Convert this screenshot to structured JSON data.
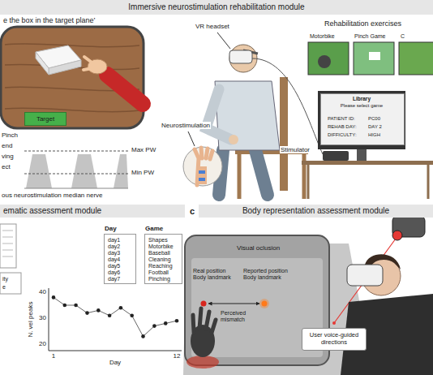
{
  "diagram": {
    "nodes": [
      {
        "text": [
          "Immersive neurostimulation rehabilitation module"
        ]
      },
      {
        "text": [
          "Target"
        ]
      },
      {
        "text": [
          "Library",
          "Please select game",
          "PATIENT ID:",
          "PC00",
          "REHAB DAY:",
          "DAY 2",
          "DIFFICULTY:",
          "HIGH"
        ]
      },
      {
        "text": [
          "ematic assessment module"
        ]
      },
      {
        "text": [
          "Day",
          "day1",
          "day2",
          "day3",
          "day4",
          "day5",
          "day6",
          "day7"
        ]
      },
      {
        "text": [
          "Game",
          "Shapes",
          "Motorbike",
          "Baseball",
          "Cleaning",
          "Reaching",
          "Football",
          "Pinching"
        ]
      },
      {
        "text": [
          "Body representation assessment module"
        ]
      },
      {
        "text": [
          "User voice-guided directions"
        ]
      }
    ],
    "labels": [
      "e the box in the target plane’",
      "Pinch",
      "end",
      "ving",
      "ect",
      "Max PW",
      "Min PW",
      "ous neurostimulation median nerve",
      "VR headset",
      "Neurostimulation",
      "Stimulator",
      "Rehabilitation exercises",
      "Motorbike",
      "Pinch Game",
      "C",
      "ity",
      "e",
      "40",
      "30",
      "20",
      "1",
      "Day",
      "12",
      "N. vel peaks",
      "c",
      "Visual oclusion",
      "Real position Body landmark",
      "Reported position Body landmark",
      "Perceived mismatch"
    ]
  }
}
